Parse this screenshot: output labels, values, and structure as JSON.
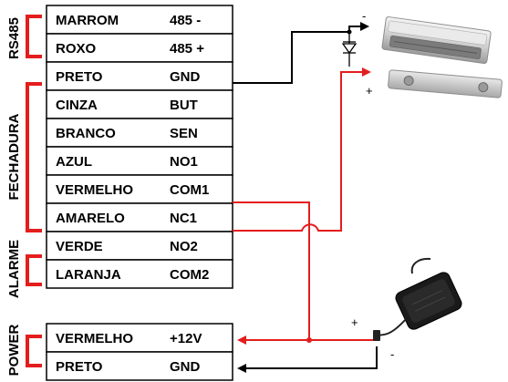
{
  "colors": {
    "red": "#e41d1d",
    "black": "#000000",
    "wire_grey": "#6e6e6e"
  },
  "groups": [
    {
      "label": "RS485"
    },
    {
      "label": "FECHADURA"
    },
    {
      "label": "ALARME"
    },
    {
      "label": "POWER"
    }
  ],
  "terminals": [
    {
      "wire": "MARROM",
      "signal": "485 -"
    },
    {
      "wire": "ROXO",
      "signal": "485 +"
    },
    {
      "wire": "PRETO",
      "signal": "GND"
    },
    {
      "wire": "CINZA",
      "signal": "BUT"
    },
    {
      "wire": "BRANCO",
      "signal": "SEN"
    },
    {
      "wire": "AZUL",
      "signal": "NO1"
    },
    {
      "wire": "VERMELHO",
      "signal": "COM1"
    },
    {
      "wire": "AMARELO",
      "signal": "NC1"
    },
    {
      "wire": "VERDE",
      "signal": "NO2"
    },
    {
      "wire": "LARANJA",
      "signal": "COM2"
    }
  ],
  "power_terminals": [
    {
      "wire": "VERMELHO",
      "signal": "+12V"
    },
    {
      "wire": "PRETO",
      "signal": "GND"
    }
  ],
  "lock": {
    "icon": "electromagnetic-lock-icon",
    "minus_sign": "-",
    "plus_sign": "+",
    "diode_icon": "diode-icon"
  },
  "power_supply": {
    "icon": "power-adapter-icon",
    "plus_sign": "+",
    "minus_sign": "-"
  }
}
